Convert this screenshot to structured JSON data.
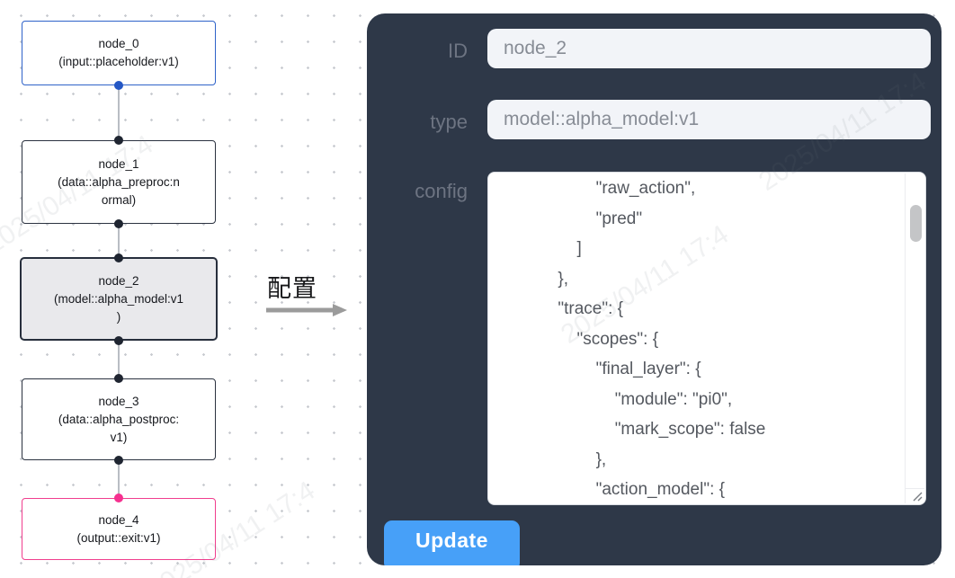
{
  "flowchart": {
    "nodes": [
      {
        "name": "node_0",
        "type_text": "(input::placeholder:v1)",
        "border_color": "#2f63c9",
        "fill": "#ffffff",
        "selected": false
      },
      {
        "name": "node_1",
        "type_text": "(data::alpha_preproc:n\normal)",
        "border_color": "#2b3240",
        "fill": "#ffffff",
        "selected": false
      },
      {
        "name": "node_2",
        "type_text": "(model::alpha_model:v1\n)",
        "border_color": "#272e3c",
        "fill": "#e9e9ec",
        "selected": true
      },
      {
        "name": "node_3",
        "type_text": "(data::alpha_postproc:\nv1)",
        "border_color": "#2b3240",
        "fill": "#ffffff",
        "selected": false
      },
      {
        "name": "node_4",
        "type_text": "(output::exit:v1)",
        "border_color": "#f03e8e",
        "fill": "#ffffff",
        "selected": false
      }
    ],
    "port_colors": {
      "source_top": "#2457c5",
      "middle": "#1f2531",
      "sink": "#f5308f"
    },
    "edge_color": "#b9bdc4"
  },
  "transition": {
    "label": "配置",
    "arrow_color": "#9b9b9b"
  },
  "panel": {
    "background": "#2e3848",
    "fields": [
      {
        "label": "ID",
        "value": "node_2"
      },
      {
        "label": "type",
        "value": "model::alpha_model:v1"
      }
    ],
    "config": {
      "label": "config",
      "text": "                    \"raw_action\",\n                    \"pred\"\n                ]\n            },\n            \"trace\": {\n                \"scopes\": {\n                    \"final_layer\": {\n                        \"module\": \"pi0\",\n                        \"mark_scope\": false\n                    },\n                    \"action_model\": {"
    },
    "update_label": "Update",
    "button_color": "#47a0f8"
  },
  "watermark": {
    "text": "2025/04/11 17:4"
  }
}
